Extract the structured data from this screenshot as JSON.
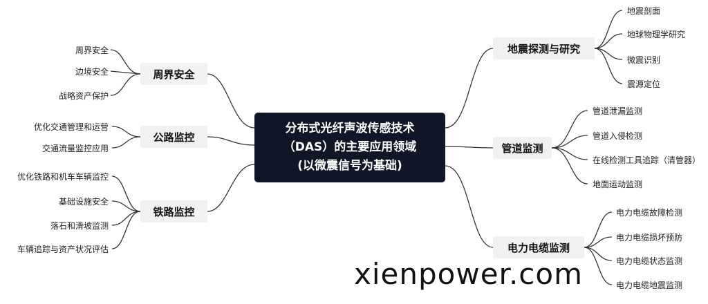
{
  "center": {
    "line1": "分布式光纤声波传感技术",
    "line2": "（DAS）的主要应用领域",
    "line3": "(以微震信号为基础)"
  },
  "branches": {
    "perimeter": {
      "label": "周界安全",
      "items": [
        "周界安全",
        "边境安全",
        "战略资产保护"
      ]
    },
    "highway": {
      "label": "公路监控",
      "items": [
        "优化交通管理和运营",
        "交通流量监控应用"
      ]
    },
    "railway": {
      "label": "铁路监控",
      "items": [
        "优化铁路和机车车辆监控",
        "基础设施安全",
        "落石和滑坡监测",
        "车辆追踪与资产状况评估"
      ]
    },
    "seismic": {
      "label": "地震探测与研究",
      "items": [
        "地震剖面",
        "地球物理学研究",
        "微震识别",
        "震源定位"
      ]
    },
    "pipeline": {
      "label": "管道监测",
      "items": [
        "管道泄漏监测",
        "管道入侵检测",
        "在线检测工具追踪（清管器）",
        "地面运动监测"
      ]
    },
    "power": {
      "label": "电力电缆监测",
      "items": [
        "电力电缆故障检测",
        "电力电缆损坏预防",
        "电力电缆状态监测",
        "电力电缆地震监测"
      ]
    }
  },
  "watermark": "xienpower.com"
}
